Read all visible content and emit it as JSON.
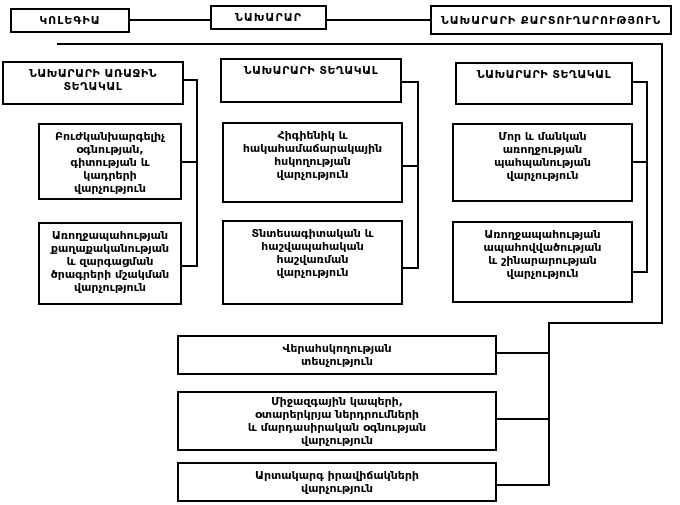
{
  "colors": {
    "background": "#ffffff",
    "line": "#000000",
    "text": "#000000"
  },
  "org": {
    "top": {
      "collegium": "ԿՈԼԵԳԻԱ",
      "minister": "ՆԱԽԱՐԱՐ",
      "secretariat": "ՆԱԽԱՐԱՐԻ ՔԱՐՏՈՒՂԱՐՈՒԹՅՈՒՆ"
    },
    "columns": [
      {
        "header": "ՆԱԽԱՐԱՐԻ ԱՌԱՋԻՆ\nՏԵՂԱԿԱԼ",
        "departments": [
          "Բուժկանխարգելիչ\nօգնության,\nգիտության և\nկադրերի\nվարչություն",
          "Առողջապահության\nքաղաքականության\nև զարգացման\nծրագրերի մշակման\nվարչություն"
        ]
      },
      {
        "header": "ՆԱԽԱՐԱՐԻ ՏԵՂԱԿԱԼ",
        "departments": [
          "Հիգիենիկ և\nհակահամաճարակային\nհսկողության\nվարչություն",
          "Տնտեսագիտական և\nհաշվապահական\nհաշվառման\nվարչություն"
        ]
      },
      {
        "header": "ՆԱԽԱՐԱՐԻ ՏԵՂԱԿԱԼ",
        "departments": [
          "Մոր և մանկան\nառողջության\nպահպանության\nվարչություն",
          "Առողջապահության\nապահովվածության\nև շինարարության\nվարչություն"
        ]
      }
    ],
    "bottom": [
      "Վերահսկողության\nտեսչություն",
      "Միջազգային կապերի,\nօտարերկրյա ներդրումների\nև մարդասիրական օգնության\nվարչություն",
      "Արտակարգ իրավիճակների\nվարչություն"
    ]
  }
}
